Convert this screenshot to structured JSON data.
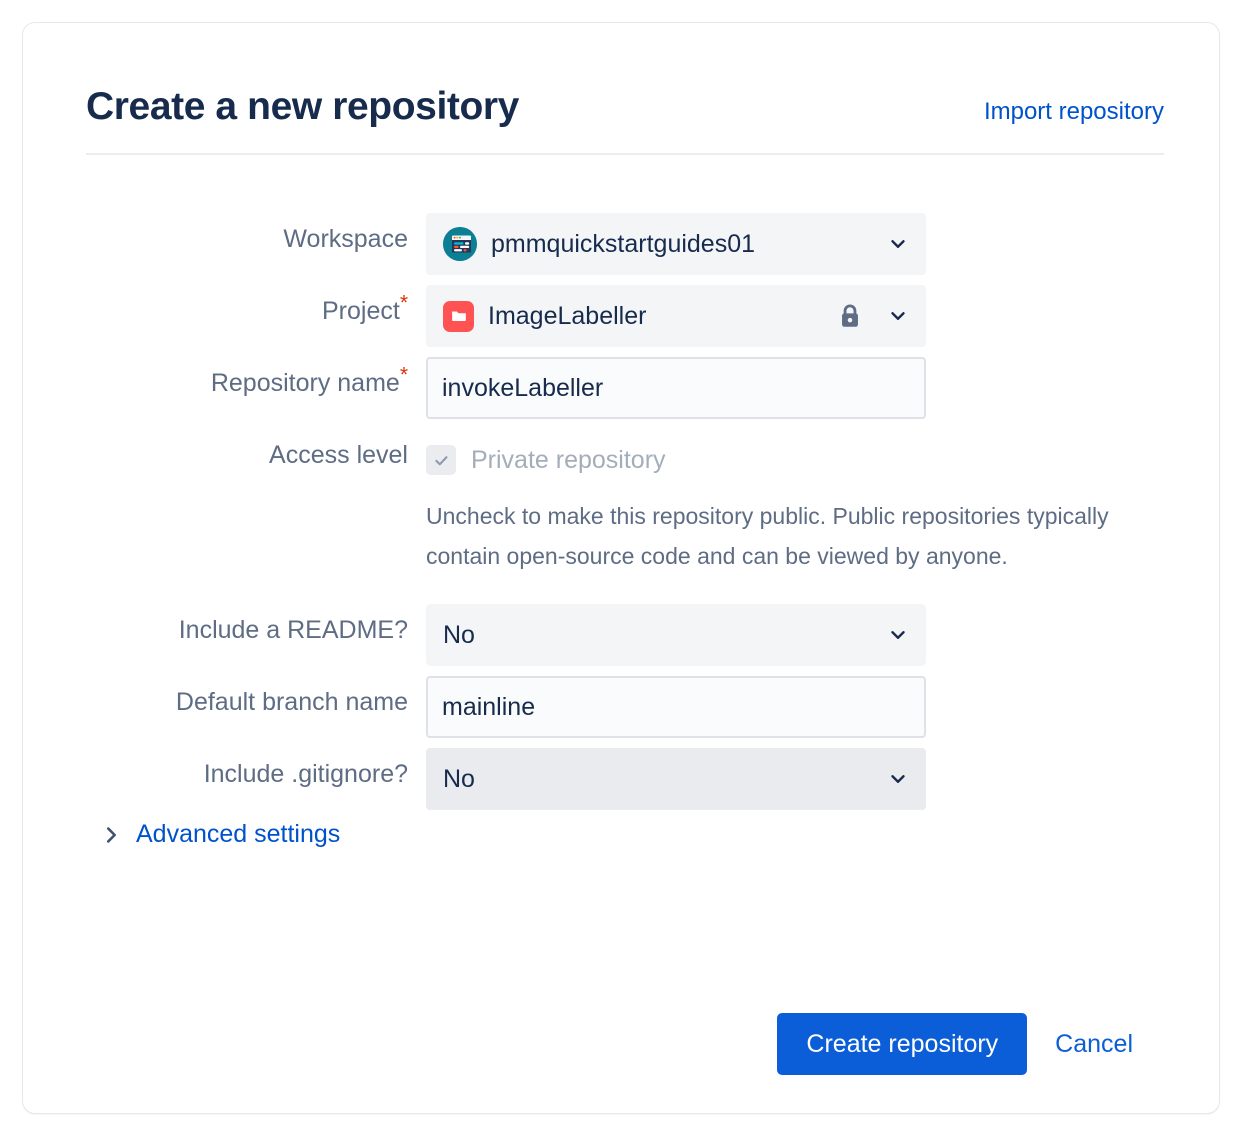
{
  "header": {
    "title": "Create a new repository",
    "import_link": "Import repository"
  },
  "form": {
    "workspace": {
      "label": "Workspace",
      "value": "pmmquickstartguides01",
      "avatar_icon": "workspace-avatar-icon",
      "chevron_icon": "chevron-down-icon"
    },
    "project": {
      "label": "Project",
      "required_marker": "*",
      "value": "ImageLabeller",
      "avatar_icon": "project-folder-icon",
      "lock_icon": "lock-icon",
      "chevron_icon": "chevron-down-icon"
    },
    "repository_name": {
      "label": "Repository name",
      "required_marker": "*",
      "value": "invokeLabeller",
      "placeholder": ""
    },
    "access_level": {
      "label": "Access level",
      "checkbox_label": "Private repository",
      "checked": true,
      "disabled": true,
      "check_icon": "check-icon",
      "helper_text": "Uncheck to make this repository public. Public repositories typically contain open-source code and can be viewed by anyone."
    },
    "include_readme": {
      "label": "Include a README?",
      "value": "No",
      "chevron_icon": "chevron-down-icon"
    },
    "default_branch": {
      "label": "Default branch name",
      "value": "mainline",
      "placeholder": ""
    },
    "include_gitignore": {
      "label": "Include .gitignore?",
      "value": "No",
      "chevron_icon": "chevron-down-icon"
    },
    "advanced_settings": {
      "label": "Advanced settings",
      "chevron_icon": "chevron-right-icon",
      "expanded": false
    }
  },
  "footer": {
    "submit_label": "Create repository",
    "cancel_label": "Cancel"
  },
  "colors": {
    "primary_blue": "#0b5ed7",
    "link_blue": "#0052cc",
    "required_red": "#de350b",
    "label_grey": "#5e6c84",
    "title_navy": "#172b4d",
    "field_bg": "#f4f5f7",
    "project_icon_red": "#ff5252",
    "workspace_icon_teal": "#0b7f93"
  }
}
